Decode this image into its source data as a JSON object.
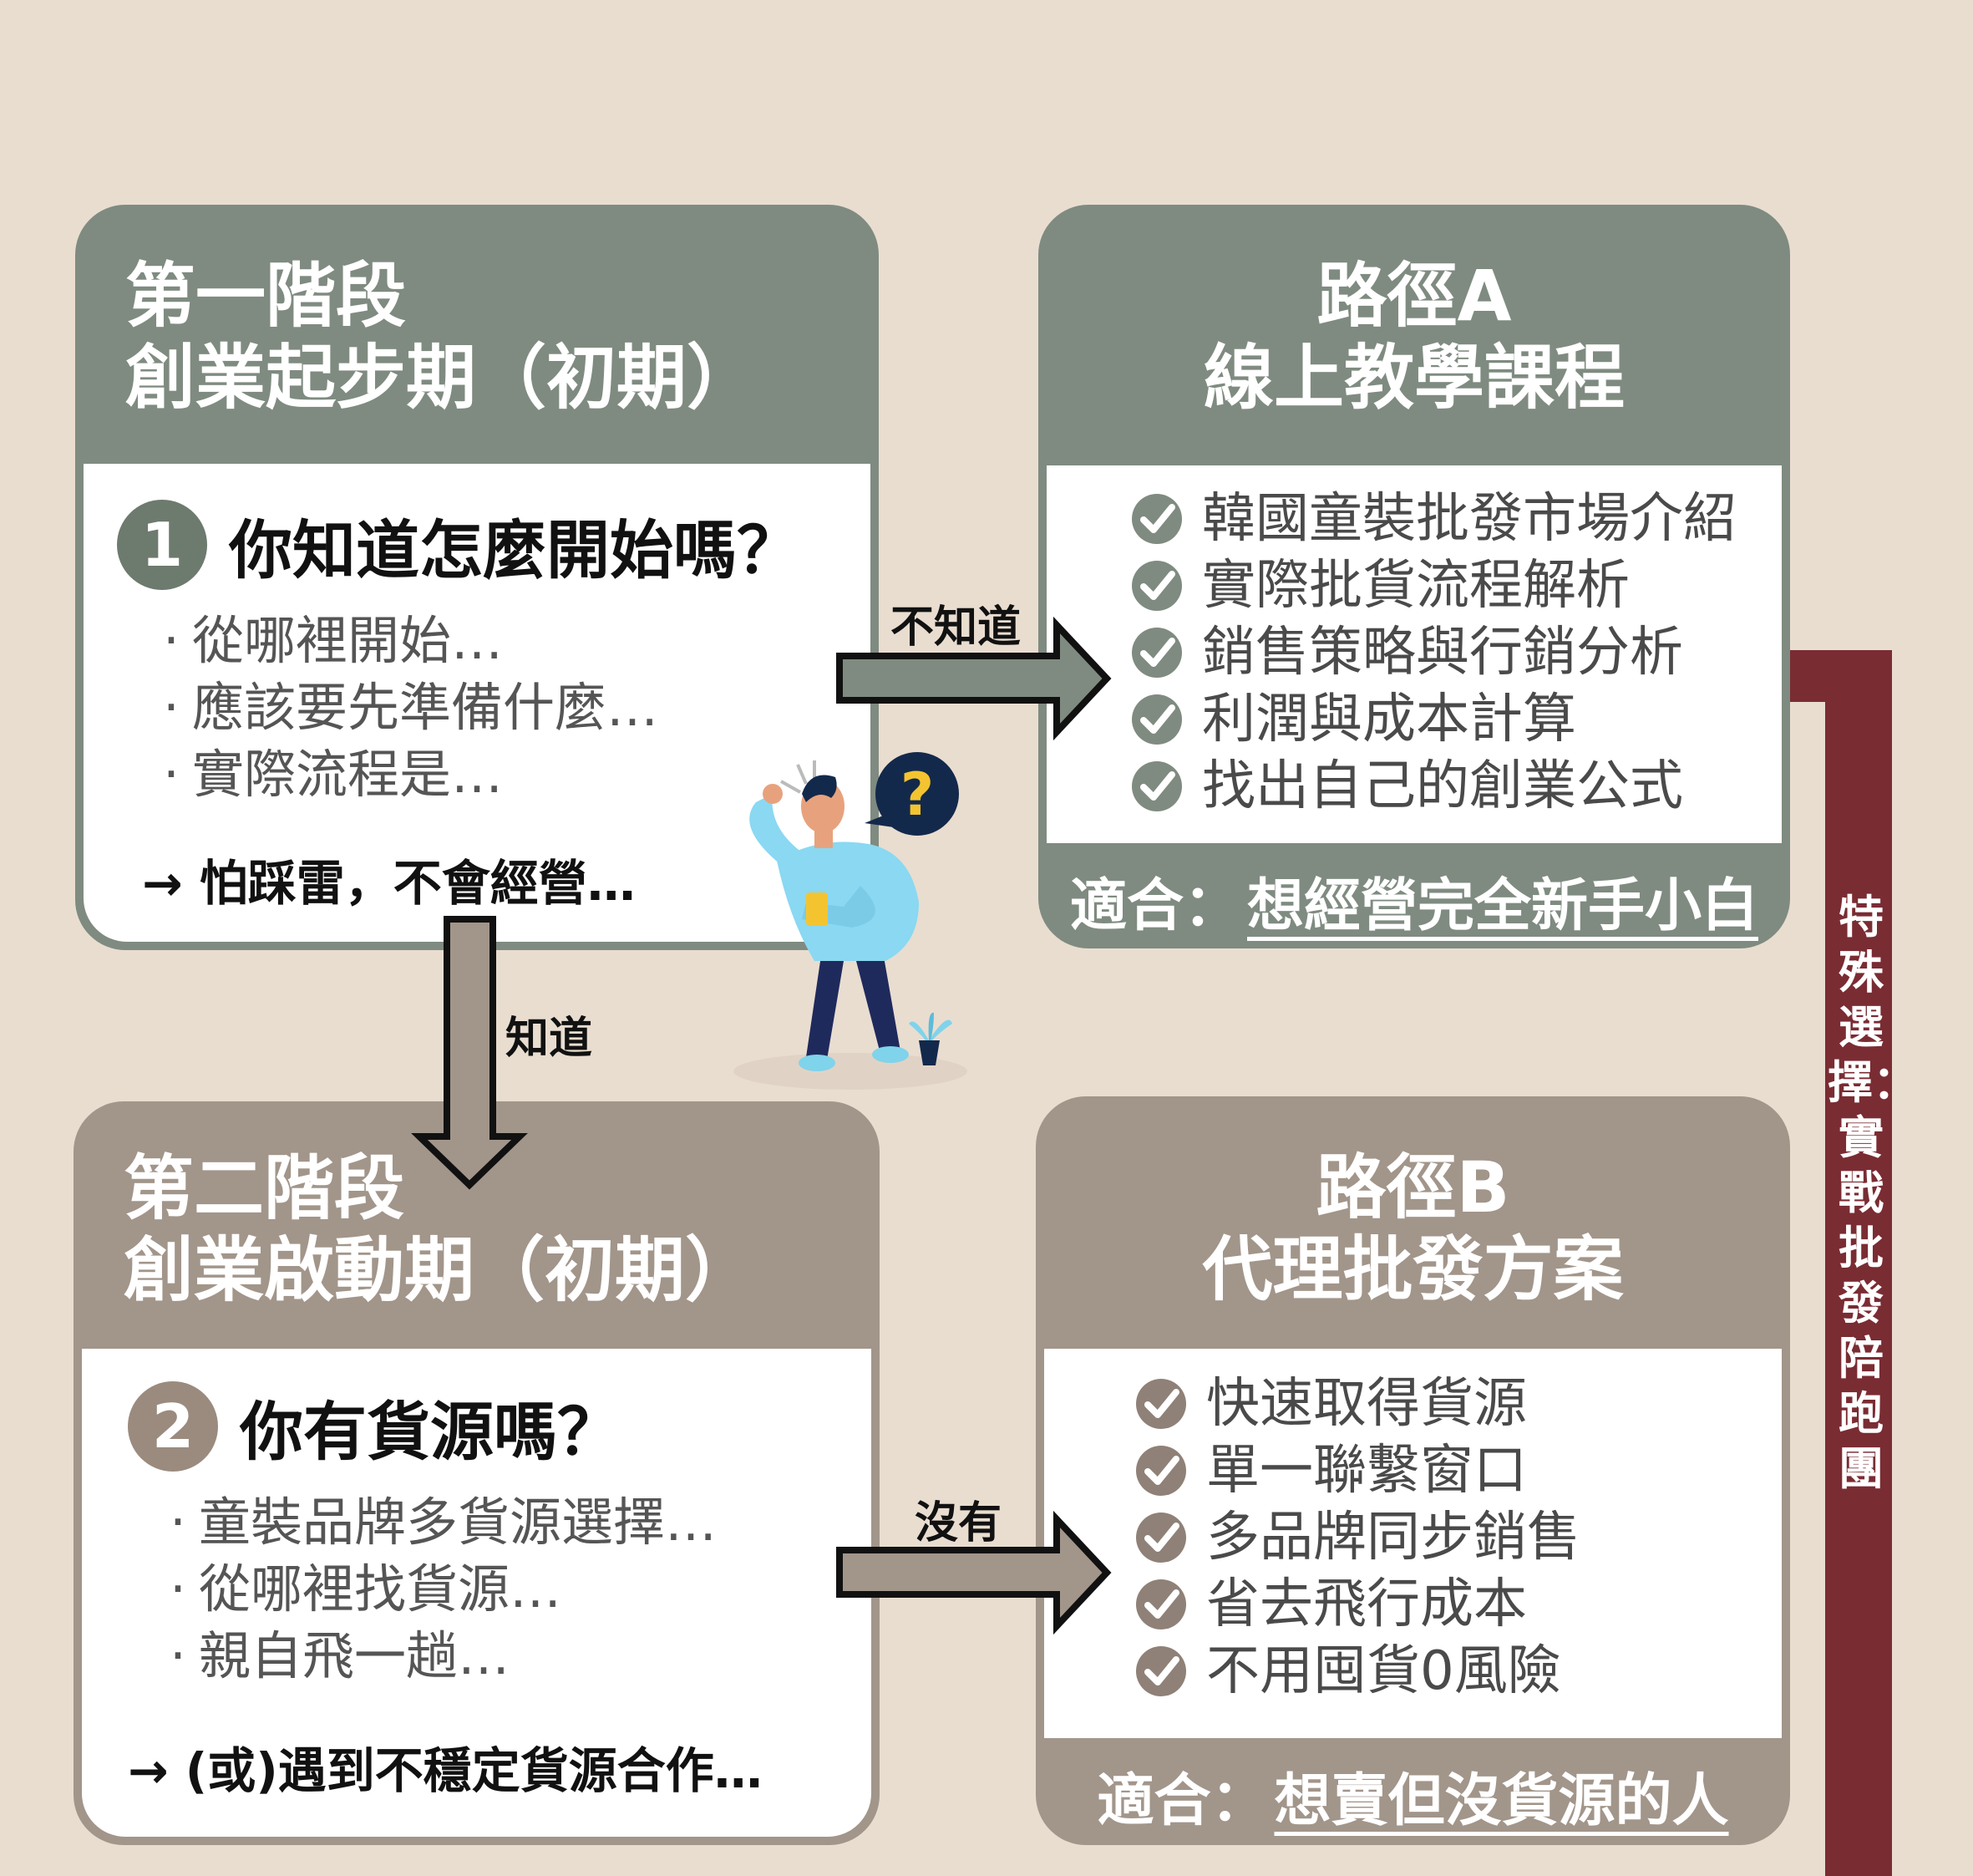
{
  "stage1": {
    "title_line1": "第一階段",
    "title_line2": "創業起步期（初期）",
    "number": "1",
    "question": "你知道怎麼開始嗎？",
    "bullets": [
      "從哪裡開始…",
      "應該要先準備什麼…",
      "實際流程是…"
    ],
    "conclusion": "→ 怕踩雷，不會經營…"
  },
  "stage2": {
    "title_line1": "第二階段",
    "title_line2": "創業啟動期（初期）",
    "number": "2",
    "question": "你有貨源嗎？",
    "bullets": [
      "童裝品牌多貨源選擇…",
      "從哪裡找貨源…",
      "親自飛一趟…"
    ],
    "conclusion": "→ (或)遇到不穩定貨源合作…"
  },
  "pathA": {
    "title_line1": "路徑A",
    "title_line2": "線上教學課程",
    "items": [
      "韓國童裝批發市場介紹",
      "實際批貨流程解析",
      "銷售策略與行銷分析",
      "利潤與成本計算",
      "找出自己的創業公式"
    ],
    "fit_label": "適合：",
    "fit_value": "想經營完全新手小白"
  },
  "pathB": {
    "title_line1": "路徑B",
    "title_line2": "代理批發方案",
    "items": [
      "快速取得貨源",
      "單一聯繫窗口",
      "多品牌同步銷售",
      "省去飛行成本",
      "不用囤貨0風險"
    ],
    "fit_label": "適合：",
    "fit_value": "想賣但沒貨源的人"
  },
  "arrows": {
    "dont_know": "不知道",
    "know": "知道",
    "no": "沒有"
  },
  "special": {
    "label": "特殊選擇：實戰批發陪跑團"
  },
  "illustration": {
    "bubble_text": "?"
  },
  "colors": {
    "gray_green": "#7f8b80",
    "taupe": "#a2958a",
    "maroon": "#7a2c33",
    "background": "#e9ddd0"
  }
}
